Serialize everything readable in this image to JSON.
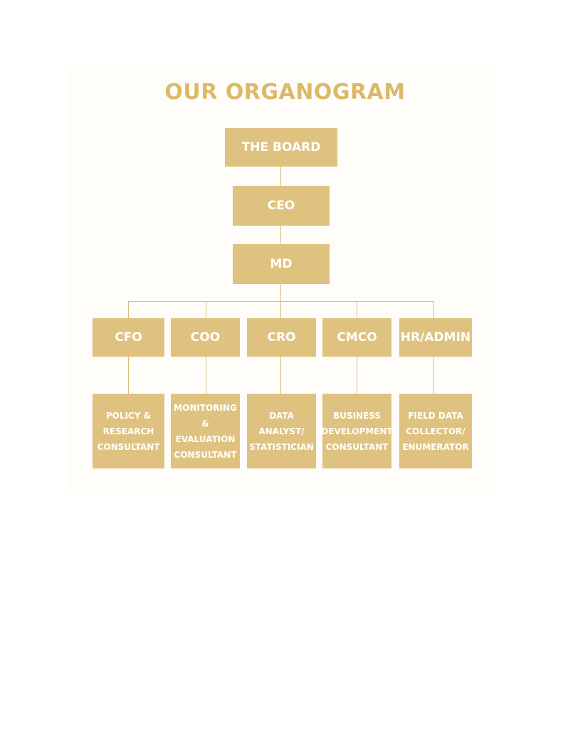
{
  "title": "OUR ORGANOGRAM",
  "colors": {
    "box": "#dfc27f",
    "title": "#dbb968",
    "line": "#d8bd7d",
    "text": "#ffffff"
  },
  "nodes": {
    "board": "THE BOARD",
    "ceo": "CEO",
    "md": "MD",
    "cfo": "CFO",
    "coo": "COO",
    "cro": "CRO",
    "cmco": "CMCO",
    "hr": "HR/ADMIN"
  },
  "consultants": {
    "policy": [
      "POLICY &",
      "RESEARCH",
      "CONSULTANT"
    ],
    "monitoring": [
      "MONITORING",
      "&",
      "EVALUATION",
      "CONSULTANT"
    ],
    "data": [
      "DATA",
      "ANALYST/",
      "STATISTICIAN"
    ],
    "business": [
      "BUSINESS",
      "DEVELOPMENT",
      "CONSULTANT"
    ],
    "field": [
      "FIELD DATA",
      "COLLECTOR/",
      "ENUMERATOR"
    ]
  }
}
